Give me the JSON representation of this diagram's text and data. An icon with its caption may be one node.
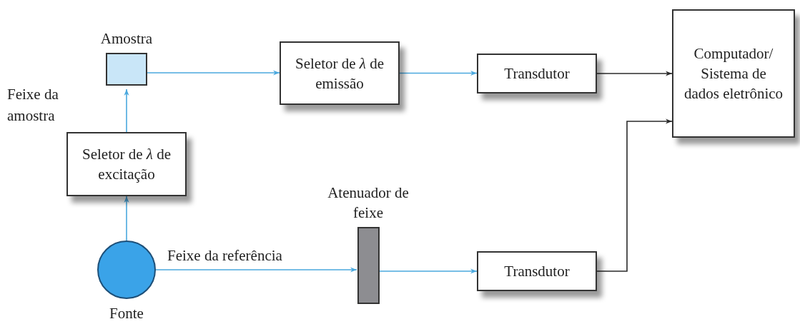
{
  "diagram": {
    "nodes": [
      {
        "text": [
          "Fonte"
        ]
      },
      {
        "text": [
          "Seletor de *λ* de excitação"
        ]
      },
      {
        "text": [
          "Amostra"
        ]
      },
      {
        "text": [
          "Seletor de *λ* de emissão"
        ]
      },
      {
        "text": [
          "Transdutor"
        ]
      },
      {
        "text": [
          "Computador/ Sistema de dados eletrônico"
        ]
      },
      {
        "text": [
          "Atenuador de feixe"
        ]
      },
      {
        "text": [
          "Transdutor"
        ]
      }
    ],
    "edges": [
      {
        "from": 0,
        "to": 1,
        "arrow": "to"
      },
      {
        "from": 1,
        "to": 2,
        "arrow": "to",
        "label": "Feixe da amostra"
      },
      {
        "from": 2,
        "to": 3,
        "arrow": "to"
      },
      {
        "from": 3,
        "to": 4,
        "arrow": "to"
      },
      {
        "from": 4,
        "to": 5,
        "arrow": "to",
        "color": "#2a2a2a"
      },
      {
        "from": 0,
        "to": 6,
        "arrow": "to",
        "label": "Feixe da referência"
      },
      {
        "from": 6,
        "to": 7,
        "arrow": "to"
      },
      {
        "from": 7,
        "to": 5,
        "arrow": "to",
        "color": "#2a2a2a"
      }
    ]
  }
}
